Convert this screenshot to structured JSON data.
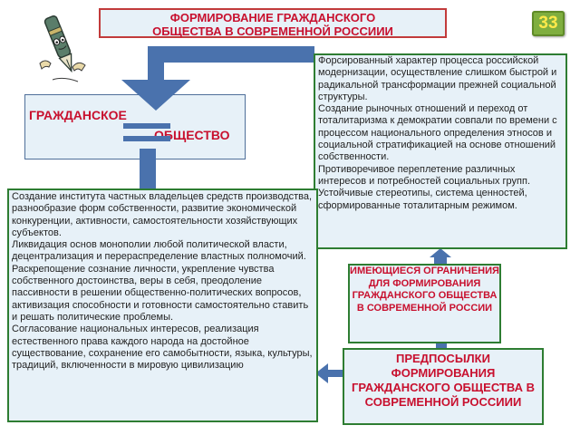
{
  "slide": {
    "title_line1": "ФОРМИРОВАНИЕ ГРАЖДАНСКОГО",
    "title_line2": "ОБЩЕСТВА В СОВРЕМЕННОЙ РОССИИИ",
    "number": "33"
  },
  "civil_society": {
    "word1": "ГРАЖДАНСКОЕ",
    "word2": "ОБЩЕСТВО"
  },
  "constraints_text": [
    "Форсированный характер процесса российской модернизации, осуществление слишком быстрой и радикальной трансформации прежней социальной структуры.",
    "Создание рыночных отношений и переход от тоталитаризма к демократии совпали по времени с процессом национального определения этносов и социальной стратификацией на основе отношений собственности.",
    "Противоречивое переплетение различных интересов и потребностей социальных групп.",
    "Устойчивые стереотипы, система ценностей, сформированные тоталитарным режимом."
  ],
  "prerequisites_text": [
    "Создание института частных владельцев средств производства, разнообразие форм собственности, развитие экономической конкуренции, активности, самостоятельности хозяйствующих субъектов.",
    "Ликвидация основ монополии любой политической власти, децентрализация и перераспределение властных полномочий.",
    "Раскрепощение сознание личности, укрепление чувства собственного достоинства, веры в себя, преодоление пассивности в решении общественно-политических вопросов, активизация способности и готовности самостоятельно ставить и решать политические проблемы.",
    "Согласование национальных интересов, реализация естественного права каждого народа на достойное существование, сохранение его самобытности, языка, культуры, традиций, включенности в мировую цивилизацию"
  ],
  "limitations_label": "ИМЕЮЩИЕСЯ ОГРАНИЧЕНИЯ ДЛЯ ФОРМИРОВАНИЯ ГРАЖДАНСКОГО ОБЩЕСТВА В СОВРЕМЕННОЙ РОССИИ",
  "prerequisites_label": "ПРЕДПОСЫЛКИ ФОРМИРОВАНИЯ ГРАЖДАНСКОГО ОБЩЕСТВА В СОВРЕМЕННОЙ РОССИИИ",
  "colors": {
    "title_red": "#c8102e",
    "box_fill": "#e7f1f8",
    "box_border": "#2e7d32",
    "arrow_blue": "#4a72ad",
    "badge_green": "#7fae3f",
    "badge_text": "#ffe94a"
  }
}
